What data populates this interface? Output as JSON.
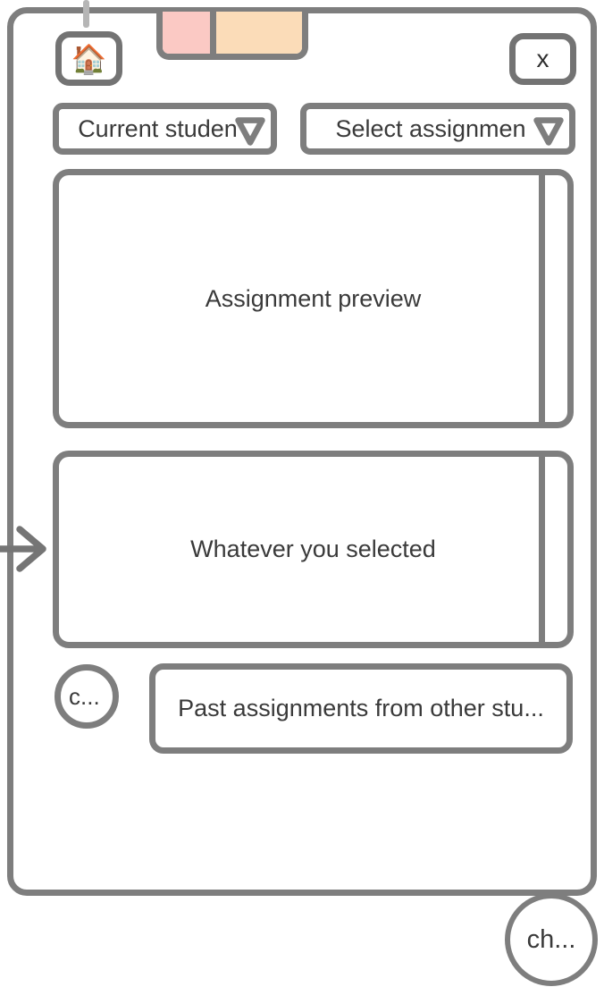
{
  "window": {
    "home_icon": "🏠",
    "close_label": "x"
  },
  "toolbar": {
    "student_dropdown": {
      "label": "Current studen"
    },
    "assignment_dropdown": {
      "label": "Select assignmen"
    }
  },
  "panels": {
    "assignment_preview": {
      "label": "Assignment preview"
    },
    "selection": {
      "label": "Whatever you selected"
    },
    "past_assignments": {
      "label": "Past assignments from other stu..."
    }
  },
  "badges": {
    "c_circle": "c...",
    "ch_circle": "ch..."
  },
  "colors": {
    "outline_gray": "#7e7e7e",
    "connector_light_gray": "#b6b6b6",
    "arrow_gray": "#757575",
    "text_dark": "#3a3a3a",
    "tab_pink": "#fbc9c4",
    "tab_peach": "#fbdcb8"
  }
}
